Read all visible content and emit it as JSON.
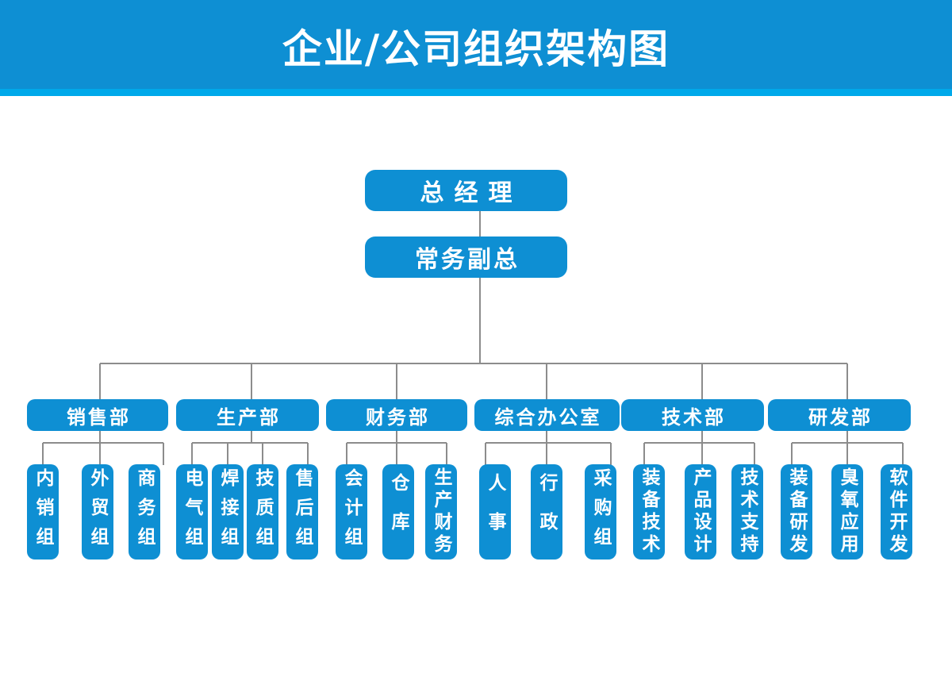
{
  "title": "企业/公司组织架构图",
  "colors": {
    "primary": "#0E8FD3",
    "accent_strip": "#00A9EA",
    "connector": "#8C8C8C",
    "text_on_primary": "#FFFFFF"
  },
  "org": {
    "root": "总经理",
    "deputy": "常务副总",
    "departments": [
      {
        "name": "销售部",
        "teams": [
          "内销组",
          "外贸组",
          "商务组"
        ]
      },
      {
        "name": "生产部",
        "teams": [
          "电气组",
          "焊接组",
          "技质组",
          "售后组"
        ]
      },
      {
        "name": "财务部",
        "teams": [
          "会计组",
          "仓库",
          "生产财务"
        ]
      },
      {
        "name": "综合办公室",
        "teams": [
          "人事",
          "行政",
          "采购组"
        ]
      },
      {
        "name": "技术部",
        "teams": [
          "装备技术",
          "产品设计",
          "技术支持"
        ]
      },
      {
        "name": "研发部",
        "teams": [
          "装备研发",
          "臭氧应用",
          "软件开发"
        ]
      }
    ]
  }
}
